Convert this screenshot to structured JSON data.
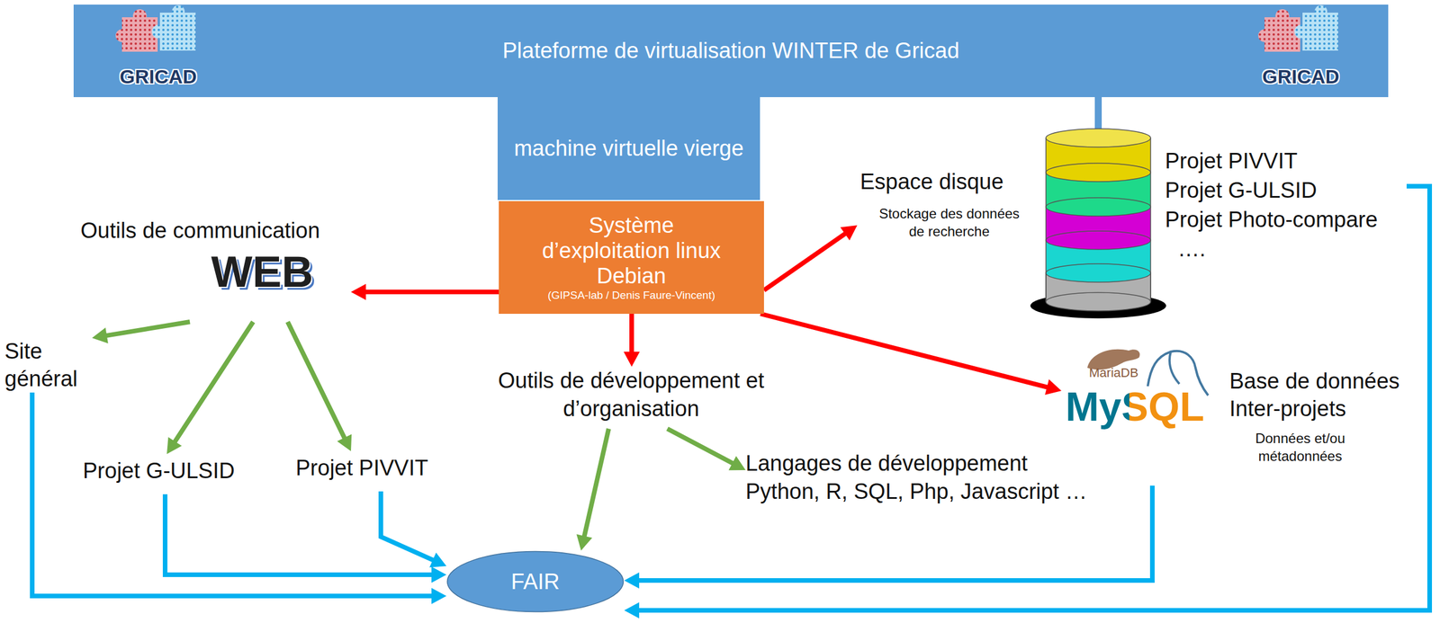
{
  "diagram": {
    "nodes": [
      {
        "text": [
          "Plateforme de virtualisation WINTER de Gricad"
        ]
      },
      {
        "text": [
          "machine virtuelle vierge"
        ]
      },
      {
        "text": [
          "Système d’exploitation linux Debian",
          "(GIPSA-lab / Denis Faure-Vincent)"
        ]
      },
      {
        "text": [
          "Espace disque",
          "Stockage des données de recherche"
        ]
      },
      {
        "text": [
          "Projet PIVVIT",
          "Projet G-ULSID",
          "Projet Photo-compare",
          "…."
        ]
      },
      {
        "text": [
          "Outils de communication",
          "WEB"
        ]
      },
      {
        "text": [
          "Site général"
        ]
      },
      {
        "text": [
          "Outils de développement et d’organisation"
        ]
      },
      {
        "text": [
          "Base de données Inter-projets",
          "Données et/ou métadonnées"
        ]
      },
      {
        "text": [
          "Projet G-ULSID"
        ]
      },
      {
        "text": [
          "Projet PIVVIT"
        ]
      },
      {
        "text": [
          "Langages de développement",
          "Python, R, SQL, Php, Javascript …"
        ]
      },
      {
        "text": [
          "FAIR"
        ]
      }
    ],
    "edges": [
      {
        "from": 2,
        "to": 5,
        "arrow": "to"
      },
      {
        "from": 2,
        "to": 3,
        "arrow": "to"
      },
      {
        "from": 2,
        "to": 7,
        "arrow": "to"
      },
      {
        "from": 2,
        "to": 8,
        "arrow": "to"
      },
      {
        "from": 5,
        "to": 6,
        "arrow": "to"
      },
      {
        "from": 5,
        "to": 9,
        "arrow": "to"
      },
      {
        "from": 5,
        "to": 10,
        "arrow": "to"
      },
      {
        "from": 7,
        "to": 11,
        "arrow": "to"
      },
      {
        "from": 7,
        "to": 12,
        "arrow": "to"
      },
      {
        "from": 6,
        "to": 12,
        "arrow": "to"
      },
      {
        "from": 9,
        "to": 12,
        "arrow": "to"
      },
      {
        "from": 10,
        "to": 12,
        "arrow": "to"
      },
      {
        "from": 8,
        "to": 12,
        "arrow": "to"
      },
      {
        "from": 4,
        "to": 12,
        "arrow": "to"
      }
    ],
    "labels": [
      "GRICAD",
      "GRICAD",
      "MariaDB",
      "MySQL"
    ]
  }
}
